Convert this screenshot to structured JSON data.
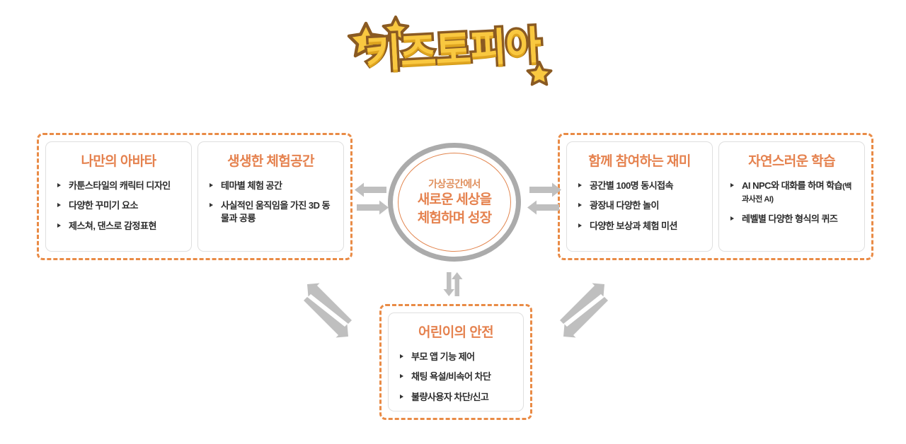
{
  "logo": {
    "text": "키즈토피아",
    "star_left_name": "star-decoration",
    "colors": {
      "fill": "#F9C840",
      "stroke": "#8A5A22"
    }
  },
  "center": {
    "line1": "가상공간에서",
    "line2": "새로운 세상을",
    "line3": "체험하며 성장",
    "ring_color": "#ABABAB",
    "inner_ring_color": "#E2854E"
  },
  "theme": {
    "dashed_border": "#E98B46",
    "title_color": "#E5824F",
    "bullet_color": "#333333",
    "arrow_color": "#BFBFBF",
    "card_border": "#DFDFDF"
  },
  "groups": {
    "left": {
      "cards": [
        {
          "title": "나만의 아바타",
          "bullets": [
            {
              "text": "카툰스타일의 캐릭터 디자인"
            },
            {
              "text": "다양한 꾸미기 요소"
            },
            {
              "text": "제스쳐, 댄스로 감정표현"
            }
          ]
        },
        {
          "title": "생생한 체험공간",
          "bullets": [
            {
              "text": "테마별 체험 공간"
            },
            {
              "text": "사실적인 움직임을 가진 3D 동물과 공룡"
            }
          ]
        }
      ]
    },
    "right": {
      "cards": [
        {
          "title": "함께 참여하는 재미",
          "bullets": [
            {
              "text": "공간별 100명 동시접속"
            },
            {
              "text": "광장내 다양한 놀이"
            },
            {
              "text": "다양한 보상과 체험 미션"
            }
          ]
        },
        {
          "title": "자연스러운 학습",
          "bullets": [
            {
              "text": "AI NPC와 대화를 하며 학습",
              "sub": "(백과사전 AI)"
            },
            {
              "text": "레벨별 다양한 형식의 퀴즈"
            }
          ]
        }
      ]
    },
    "bottom": {
      "cards": [
        {
          "title": "어린이의 안전",
          "bullets": [
            {
              "text": "부모 앱 기능 제어"
            },
            {
              "text": "채팅 욕설/비속어 차단"
            },
            {
              "text": "불량사용자 차단/신고"
            }
          ]
        }
      ]
    }
  },
  "arrows": [
    {
      "name": "arrow-left-pair",
      "direction": "bidirectional-horizontal"
    },
    {
      "name": "arrow-right-pair",
      "direction": "bidirectional-horizontal"
    },
    {
      "name": "arrow-vertical-pair",
      "direction": "bidirectional-vertical"
    },
    {
      "name": "arrow-diagonal-bottom-left",
      "direction": "bidirectional-diagonal"
    },
    {
      "name": "arrow-diagonal-bottom-right",
      "direction": "bidirectional-diagonal"
    }
  ]
}
